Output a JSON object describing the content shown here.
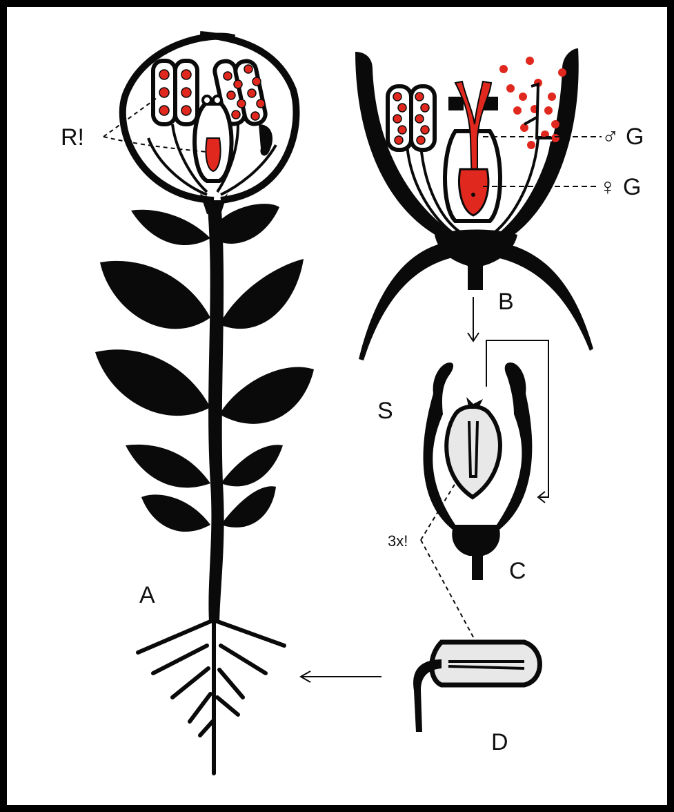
{
  "colors": {
    "ink": "#0a0a0a",
    "accent": "#e0281e",
    "paper": "#ffffff",
    "stipple": "#e8e8e8"
  },
  "labels": {
    "a": "A",
    "b": "B",
    "c": "C",
    "d": "D",
    "s": "S",
    "r": "R!",
    "three_x": "3x!",
    "male_g": "♂ G",
    "female_g": "♀ G"
  }
}
